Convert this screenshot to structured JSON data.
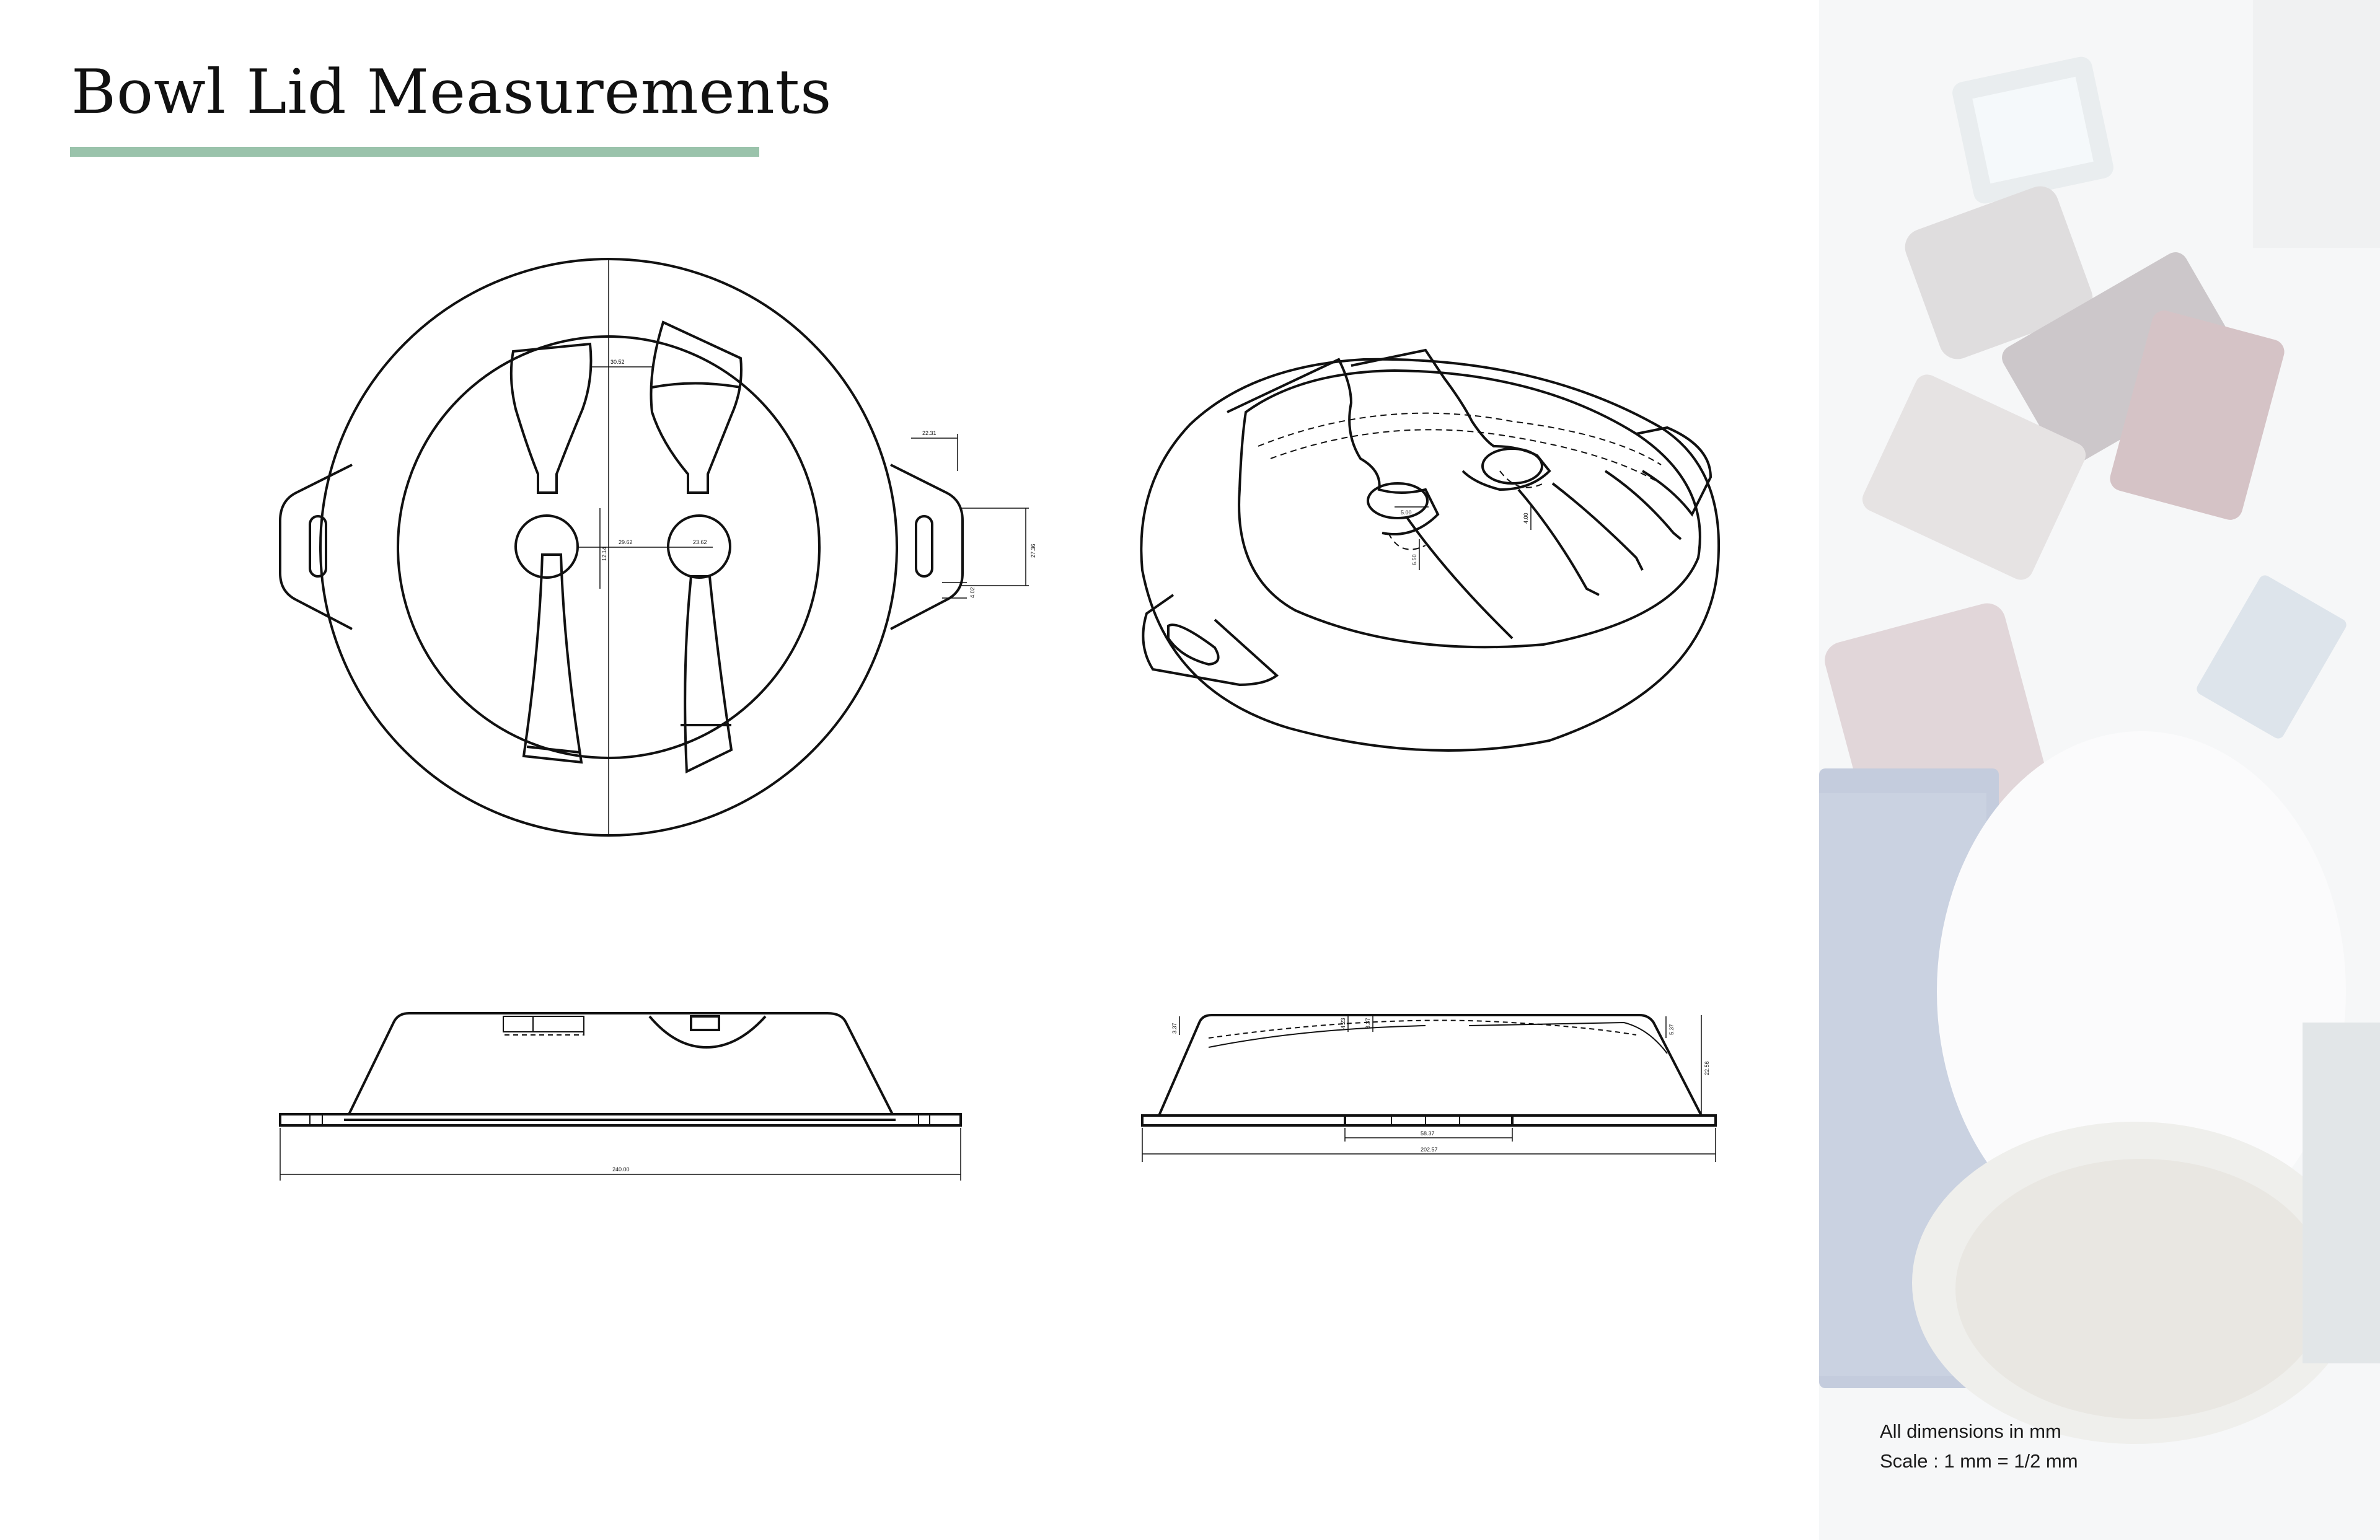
{
  "page": {
    "title": "Bowl Lid Measurements"
  },
  "notes": {
    "units": "All dimensions in mm",
    "scale": "Scale : 1 mm = 1/2 mm"
  },
  "dimensions": {
    "top_view": {
      "spoon_neck_width": "30.52",
      "handle_overhang": "22.31",
      "handle_height": "27.36",
      "slot_offset": "4.02",
      "centre_height": "12.14",
      "hole_to_centre_left": "29.62",
      "hole_to_centre_right": "23.62"
    },
    "iso_view": {
      "notch_width": "5.00",
      "notch_depth_a": "6.50",
      "notch_depth_b": "4.00"
    },
    "front_view": {
      "overall_width": "240.00"
    },
    "side_view": {
      "rim_height": "3.37",
      "notch_height_a": "4.23",
      "notch_height_b": "3.37",
      "right_step": "5.37",
      "overall_height": "22.56",
      "slot_length": "58.37",
      "overall_width": "202.57"
    }
  },
  "colors": {
    "accent_rule": "#9ac3ab",
    "line": "#111111"
  }
}
